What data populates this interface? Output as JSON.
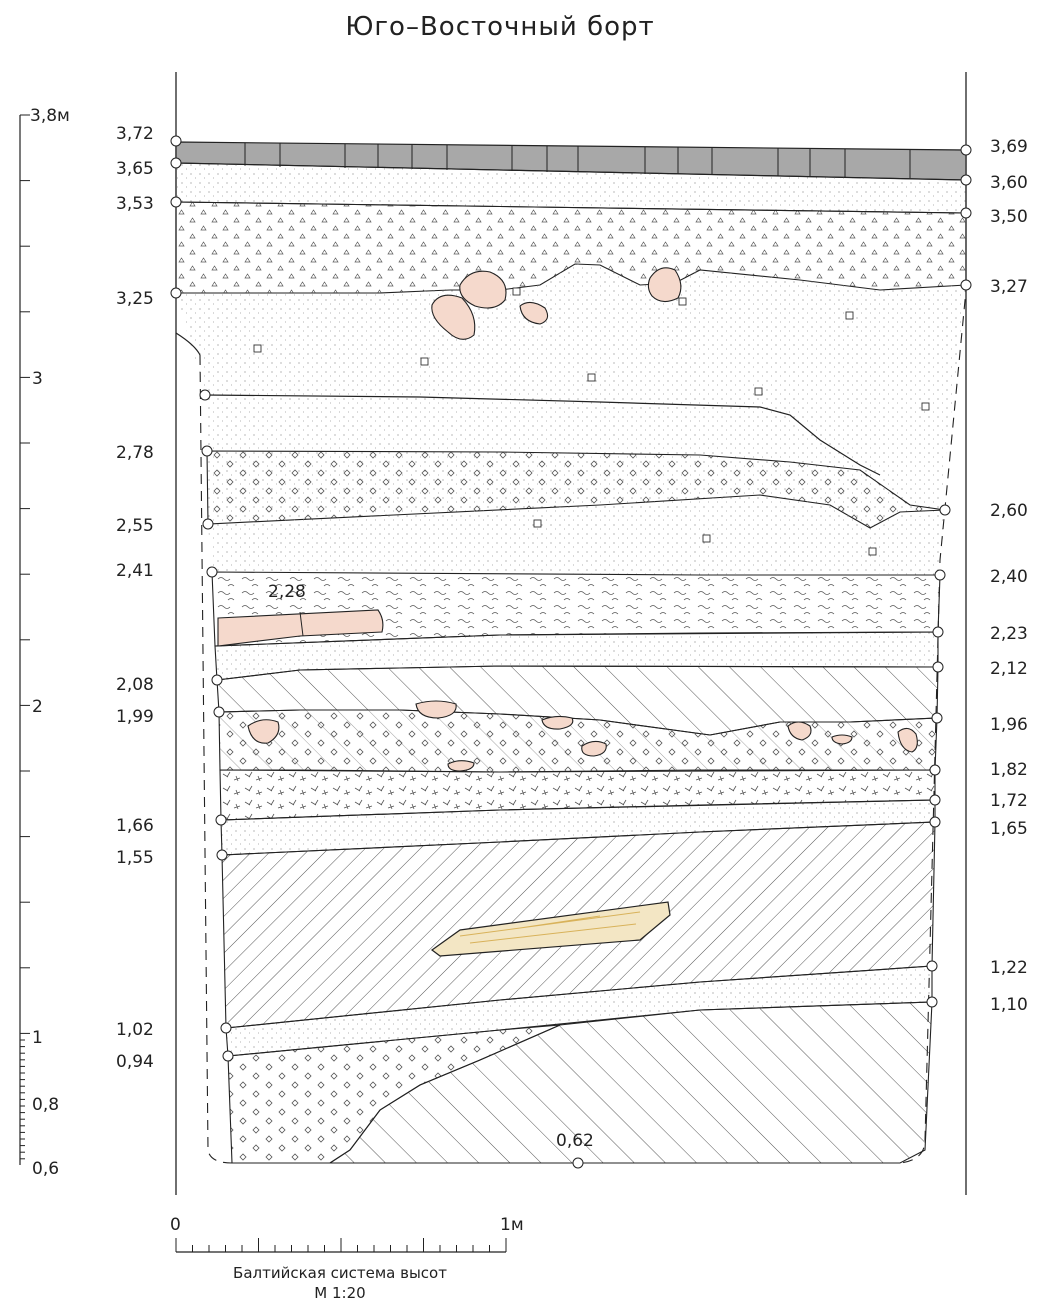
{
  "title": "Юго–Восточный борт",
  "scale_bar": {
    "start_label": "0",
    "end_label": "1м",
    "system_label": "Балтийская система высот",
    "ratio_label": "М 1:20"
  },
  "vertical_scale": {
    "labels": [
      "3,8м",
      "3",
      "2",
      "1",
      "0,8",
      "0,6"
    ]
  },
  "left_marks": [
    "3,72",
    "3,65",
    "3,53",
    "3,25",
    "2,78",
    "2,55",
    "2,41",
    "2,28",
    "2,08",
    "1,99",
    "1,66",
    "1,55",
    "1,02",
    "0,94"
  ],
  "right_marks": [
    "3,69",
    "3,60",
    "3,50",
    "3,27",
    "2,60",
    "2,40",
    "2,23",
    "2,12",
    "1,96",
    "1,82",
    "1,72",
    "1,65",
    "1,22",
    "1,10"
  ],
  "bottom_mark": "0,62",
  "colors": {
    "line": "#222222",
    "paving": "#a8a8a8",
    "stone": "#f5d9cc",
    "wood": "#f3e6c4",
    "wood_grain": "#d8b25a"
  }
}
